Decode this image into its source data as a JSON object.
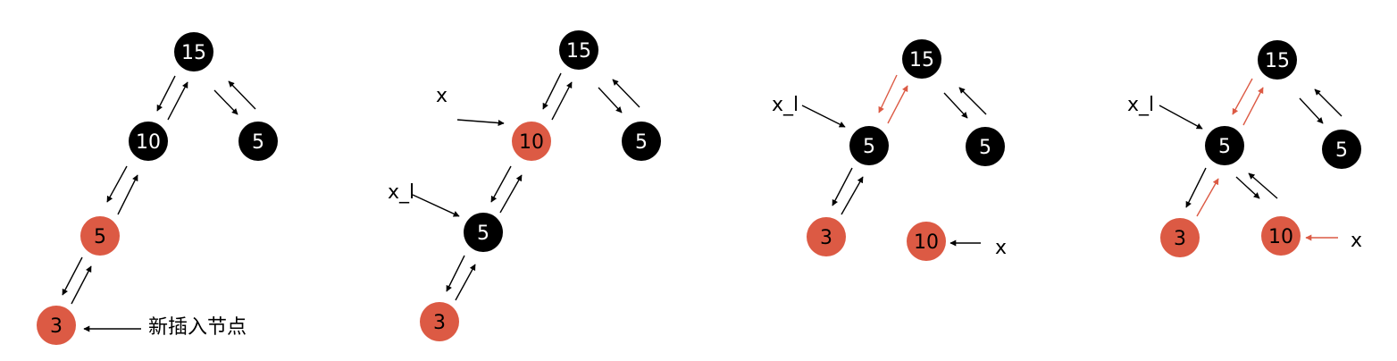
{
  "colors": {
    "black": "#000000",
    "red": "#dc5a44",
    "white": "#ffffff"
  },
  "panels": [
    {
      "id": "p1",
      "nodes": [
        {
          "id": "n15",
          "label": "15",
          "color": "black"
        },
        {
          "id": "n10",
          "label": "10",
          "color": "black"
        },
        {
          "id": "n5r",
          "label": "5",
          "color": "black"
        },
        {
          "id": "n5",
          "label": "5",
          "color": "red"
        },
        {
          "id": "n3",
          "label": "3",
          "color": "red"
        }
      ],
      "texts": [
        {
          "id": "t-new",
          "label": "新插入节点"
        }
      ],
      "arrows": [
        {
          "id": "a1",
          "color": "black"
        },
        {
          "id": "a2",
          "color": "black"
        },
        {
          "id": "a3",
          "color": "black"
        },
        {
          "id": "a4",
          "color": "black"
        },
        {
          "id": "a5",
          "color": "black"
        },
        {
          "id": "a6",
          "color": "black"
        },
        {
          "id": "a7",
          "color": "black"
        },
        {
          "id": "a8",
          "color": "black"
        },
        {
          "id": "a9",
          "color": "black"
        }
      ]
    },
    {
      "id": "p2",
      "nodes": [
        {
          "id": "n15",
          "label": "15",
          "color": "black"
        },
        {
          "id": "n10",
          "label": "10",
          "color": "red"
        },
        {
          "id": "n5r",
          "label": "5",
          "color": "black"
        },
        {
          "id": "n5",
          "label": "5",
          "color": "black"
        },
        {
          "id": "n3",
          "label": "3",
          "color": "red"
        }
      ],
      "texts": [
        {
          "id": "t-x",
          "label": "x"
        },
        {
          "id": "t-xl",
          "label": "x_l"
        }
      ],
      "arrows": [
        {
          "id": "a1",
          "color": "black"
        },
        {
          "id": "a2",
          "color": "black"
        },
        {
          "id": "a3",
          "color": "black"
        },
        {
          "id": "a4",
          "color": "black"
        },
        {
          "id": "a5",
          "color": "black"
        },
        {
          "id": "a6",
          "color": "black"
        },
        {
          "id": "a7",
          "color": "black"
        },
        {
          "id": "a8",
          "color": "black"
        },
        {
          "id": "a9",
          "color": "black"
        },
        {
          "id": "a10",
          "color": "black"
        }
      ]
    },
    {
      "id": "p3",
      "nodes": [
        {
          "id": "n15",
          "label": "15",
          "color": "black"
        },
        {
          "id": "n5",
          "label": "5",
          "color": "black"
        },
        {
          "id": "n5r",
          "label": "5",
          "color": "black"
        },
        {
          "id": "n3",
          "label": "3",
          "color": "red"
        },
        {
          "id": "n10",
          "label": "10",
          "color": "red"
        }
      ],
      "texts": [
        {
          "id": "t-xl",
          "label": "x_l"
        },
        {
          "id": "t-x",
          "label": "x"
        }
      ],
      "arrows": [
        {
          "id": "a1",
          "color": "red"
        },
        {
          "id": "a2",
          "color": "red"
        },
        {
          "id": "a3",
          "color": "black"
        },
        {
          "id": "a4",
          "color": "black"
        },
        {
          "id": "a5",
          "color": "black"
        },
        {
          "id": "a6",
          "color": "black"
        },
        {
          "id": "a7",
          "color": "black"
        },
        {
          "id": "a8",
          "color": "black"
        }
      ]
    },
    {
      "id": "p4",
      "nodes": [
        {
          "id": "n15",
          "label": "15",
          "color": "black"
        },
        {
          "id": "n5",
          "label": "5",
          "color": "black"
        },
        {
          "id": "n5r",
          "label": "5",
          "color": "black"
        },
        {
          "id": "n3",
          "label": "3",
          "color": "red"
        },
        {
          "id": "n10",
          "label": "10",
          "color": "red"
        }
      ],
      "texts": [
        {
          "id": "t-xl",
          "label": "x_l"
        },
        {
          "id": "t-x",
          "label": "x"
        }
      ],
      "arrows": [
        {
          "id": "a1",
          "color": "red"
        },
        {
          "id": "a2",
          "color": "red"
        },
        {
          "id": "a3",
          "color": "black"
        },
        {
          "id": "a4",
          "color": "black"
        },
        {
          "id": "a5",
          "color": "black"
        },
        {
          "id": "a6",
          "color": "black"
        },
        {
          "id": "a7",
          "color": "red"
        },
        {
          "id": "a8",
          "color": "red"
        },
        {
          "id": "a9",
          "color": "black"
        },
        {
          "id": "a10",
          "color": "black"
        }
      ]
    }
  ]
}
